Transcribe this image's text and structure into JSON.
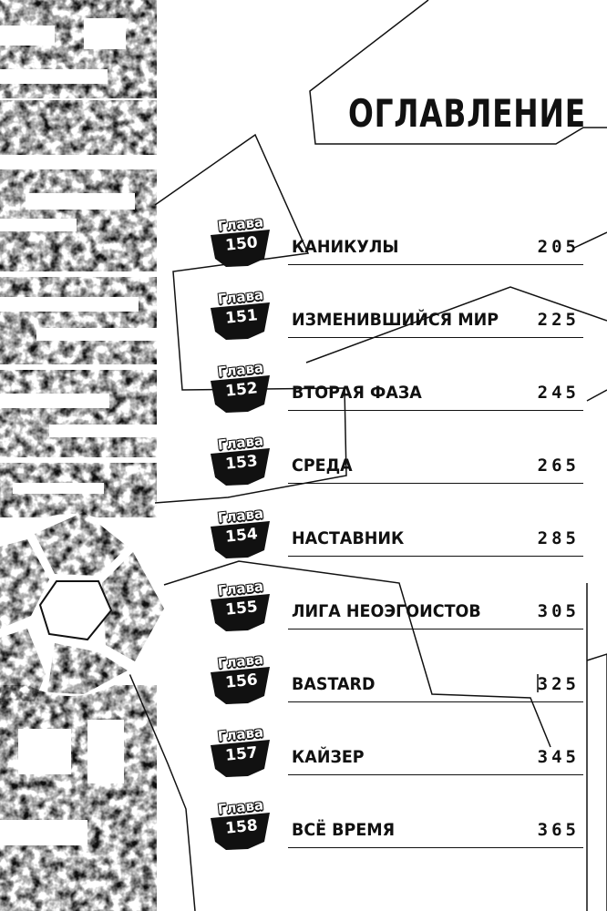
{
  "toc": {
    "title": "ОГЛАВЛЕНИЕ",
    "badge_label": "Глава",
    "entries": [
      {
        "chapter": "150",
        "title": "КАНИКУЛЫ",
        "page": "205"
      },
      {
        "chapter": "151",
        "title": "ИЗМЕНИВШИЙСЯ МИР",
        "page": "225"
      },
      {
        "chapter": "152",
        "title": "ВТОРАЯ ФАЗА",
        "page": "245"
      },
      {
        "chapter": "153",
        "title": "СРЕДА",
        "page": "265"
      },
      {
        "chapter": "154",
        "title": "НАСТАВНИК",
        "page": "285"
      },
      {
        "chapter": "155",
        "title": "ЛИГА НЕОЭГОИСТОВ",
        "page": "305"
      },
      {
        "chapter": "156",
        "title": "BASTARD",
        "page": "325"
      },
      {
        "chapter": "157",
        "title": "КАЙЗЕР",
        "page": "345"
      },
      {
        "chapter": "158",
        "title": "ВСЁ ВРЕМЯ",
        "page": "365"
      }
    ]
  },
  "decor": {
    "ink_color": "#111111",
    "paper_color": "#ffffff",
    "icons": [
      "grunge-title-logo",
      "soccer-ball-icon",
      "lightning-line-pattern"
    ]
  }
}
